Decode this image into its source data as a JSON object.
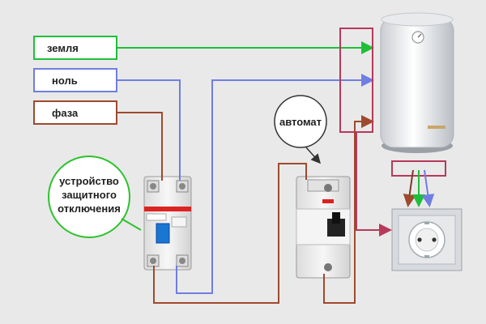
{
  "labels": {
    "ground": "земля",
    "neutral": "ноль",
    "phase": "фаза",
    "breaker": "автомат",
    "rcd": [
      "устройство",
      "защитного",
      "отключения"
    ]
  },
  "colors": {
    "ground": "#1fbf3a",
    "neutral": "#6f7ee0",
    "phase": "#9e4a2e",
    "marker": "#b53a5a",
    "rcd_circle": "#2ec22e",
    "breaker_circle": "#333333"
  },
  "icons": [
    "water-heater-icon",
    "wall-socket-icon",
    "rcd-device-icon",
    "circuit-breaker-icon"
  ]
}
